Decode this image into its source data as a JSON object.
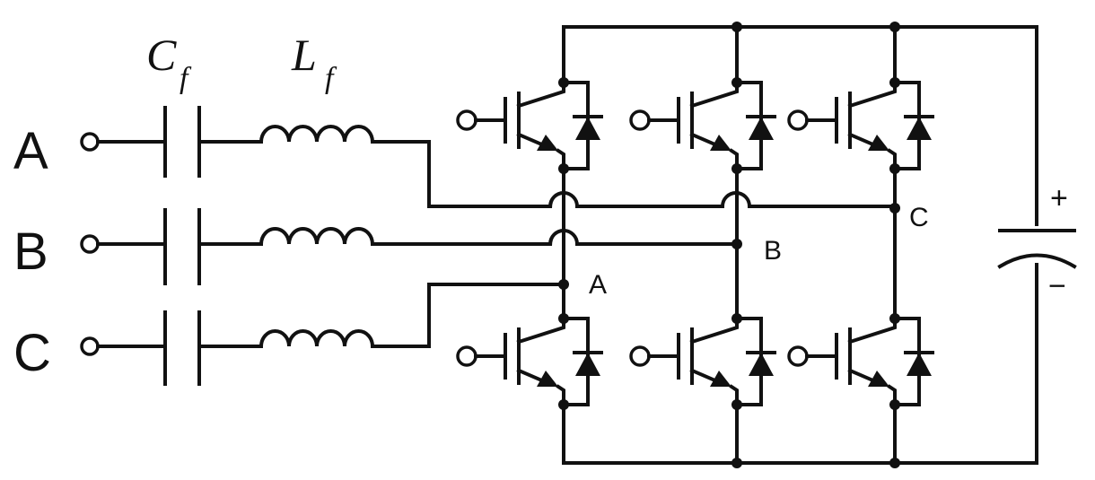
{
  "labels": {
    "phases": [
      "A",
      "B",
      "C"
    ],
    "nodes": [
      "A",
      "B",
      "C"
    ],
    "capacitor": {
      "symbol": "C",
      "subscript": "f"
    },
    "inductor": {
      "symbol": "L",
      "subscript": "f"
    },
    "dc_plus": "+",
    "dc_minus": "−"
  },
  "icons": {
    "igbt": "igbt-icon",
    "diode": "diode-icon",
    "capacitor": "capacitor-icon",
    "inductor": "inductor-icon",
    "dc_source": "dc-capacitor-icon"
  }
}
